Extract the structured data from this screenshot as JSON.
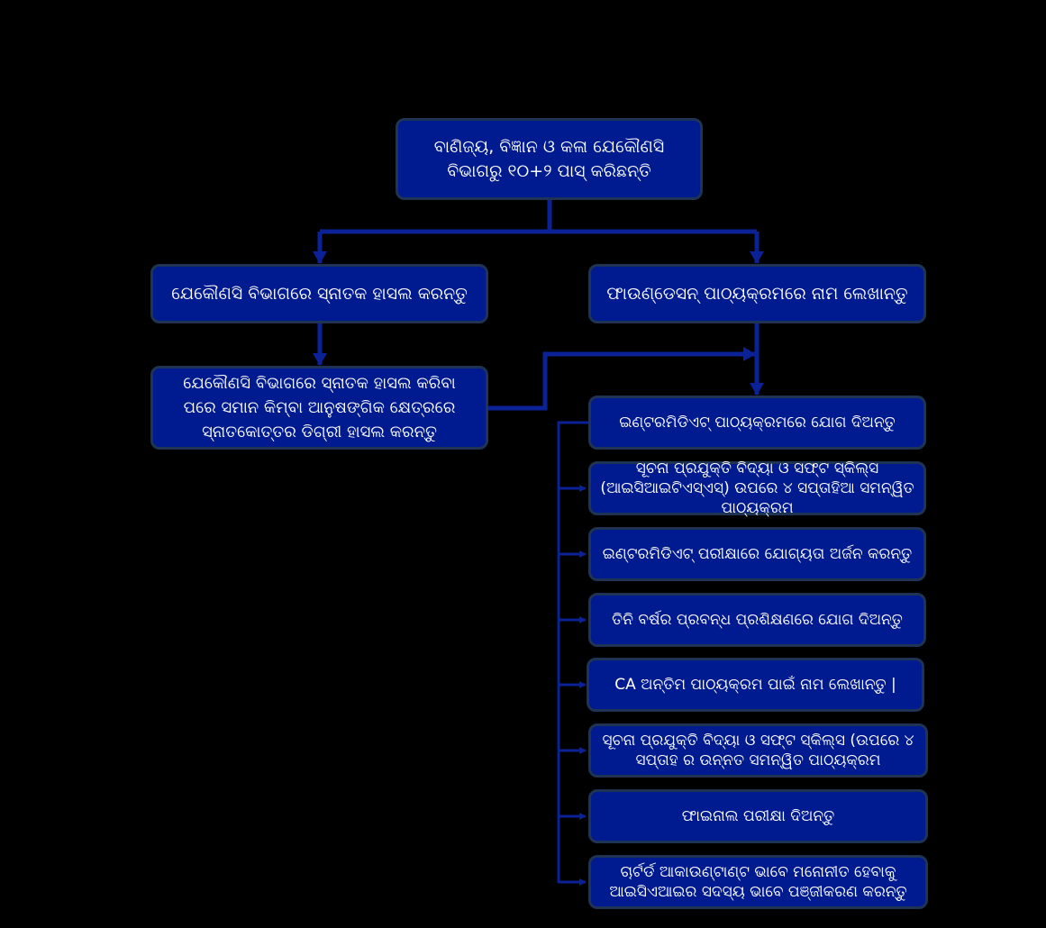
{
  "colors": {
    "box_fill": "#001a90",
    "box_border": "#1f3352",
    "connector": "#0b2196",
    "background": "#000000"
  },
  "top": {
    "text": "ବାଣିଜ୍ୟ, ବିଜ୍ଞାନ ଓ କଳା ଯେକୌଣସି ବିଭାଗରୁ ୧୦+୨ ପାସ୍ କରିଛନ୍ତି"
  },
  "left": [
    {
      "text": "ଯେକୌଣସି ବିଭାଗରେ ସ୍ନାତକ ହାସଲ କରନ୍ତୁ"
    },
    {
      "text": "ଯେକୌଣସି ବିଭାଗରେ ସ୍ନାତକ ହାସଲ କରିବା ପରେ ସମାନ କିମ୍ବା ଆନୁଷଙ୍ଗିକ କ୍ଷେତ୍ରରେ ସ୍ନାତକୋତ୍ତର ଡିଗ୍ରୀ ହାସଲ କରନ୍ତୁ"
    }
  ],
  "right_head": {
    "text": "ଫାଉଣ୍ଡେସନ୍ ପାଠ୍ୟକ୍ରମରେ ନାମ ଲେଖାନ୍ତୁ"
  },
  "steps": [
    {
      "text": "ଇଣ୍ଟରମିଡିଏଟ୍ ପାଠ୍ୟକ୍ରମରେ ଯୋଗ ଦିଅନ୍ତୁ"
    },
    {
      "text": "ସୂଚନା ପ୍ରଯୁକ୍ତି ବିଦ୍ୟା ଓ ସଫ୍ଟ ସ୍କିଲ୍ସ (ଆଇସିଆଇଟିଏସ୍ଏସ୍) ଉପରେ ୪ ସପ୍ତାହିଆ ସମନ୍ୱିତ ପାଠ୍ୟକ୍ରମ"
    },
    {
      "text": "ଇଣ୍ଟରମିଡିଏଟ୍ ପରୀକ୍ଷାରେ ଯୋଗ୍ୟତା ଅର୍ଜନ କରନ୍ତୁ"
    },
    {
      "text": "ତିନି ବର୍ଷର ପ୍ରବନ୍ଧ ପ୍ରଶିକ୍ଷଣରେ ଯୋଗ ଦିଅନ୍ତୁ"
    },
    {
      "text": "CA ଅନ୍ତିମ ପାଠ୍ୟକ୍ରମ ପାଇଁ ନାମ ଲେଖାନ୍ତୁ |"
    },
    {
      "text": "ସୂଚନା ପ୍ରଯୁକ୍ତି ବିଦ୍ୟା ଓ ସଫ୍ଟ ସ୍କିଲ୍ସ (ଉପରେ ୪ ସପ୍ତାହ ର ଉନ୍ନତ ସମନ୍ୱିତ ପାଠ୍ୟକ୍ରମ"
    },
    {
      "text": "ଫାଇନାଲ ପରୀକ୍ଷା ଦିଅନ୍ତୁ"
    },
    {
      "text": "ଚାର୍ଟର୍ଡ ଆକାଉଣ୍ଟାଣ୍ଟ ଭାବେ ମନୋନୀତ ହେବାକୁ ଆଇସିଏଆଇର ସଦସ୍ୟ ଭାବେ ପଞ୍ଜୀକରଣ କରନ୍ତୁ"
    }
  ]
}
